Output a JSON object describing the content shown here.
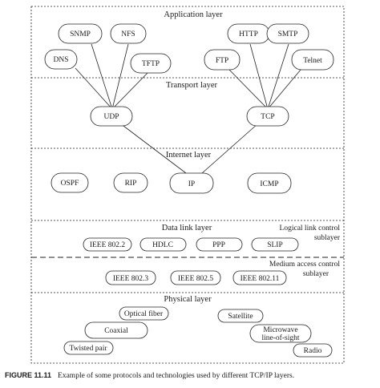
{
  "layers": {
    "application": "Application layer",
    "transport": "Transport layer",
    "internet": "Internet layer",
    "datalink": "Data link layer",
    "logical_link": [
      "Logical link control",
      "sublayer"
    ],
    "medium_access": [
      "Medium access control",
      "sublayer"
    ],
    "physical": "Physical layer"
  },
  "application_nodes": {
    "snmp": "SNMP",
    "nfs": "NFS",
    "dns": "DNS",
    "tftp": "TFTP",
    "http": "HTTP",
    "smtp": "SMTP",
    "ftp": "FTP",
    "telnet": "Telnet"
  },
  "transport_nodes": {
    "udp": "UDP",
    "tcp": "TCP"
  },
  "internet_nodes": {
    "ospf": "OSPF",
    "rip": "RIP",
    "ip": "IP",
    "icmp": "ICMP"
  },
  "llc_nodes": {
    "ieee8022": "IEEE 802.2",
    "hdlc": "HDLC",
    "ppp": "PPP",
    "slip": "SLIP"
  },
  "mac_nodes": {
    "ieee8023": "IEEE 802.3",
    "ieee8025": "IEEE 802.5",
    "ieee80211": "IEEE 802.11"
  },
  "physical_nodes": {
    "optical_fiber": "Optical fiber",
    "coaxial": "Coaxial",
    "twisted_pair": "Twisted pair",
    "satellite": "Satellite",
    "microwave": [
      "Microwave",
      "line-of-sight"
    ],
    "radio": "Radio"
  },
  "caption": {
    "figure": "FIGURE 11.11",
    "text": "Example of some protocols and technologies used by different TCP/IP layers."
  }
}
